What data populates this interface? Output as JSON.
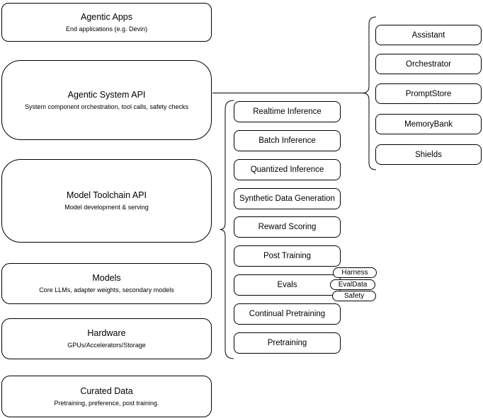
{
  "left_stack": [
    {
      "title": "Agentic Apps",
      "subtitle": "End applications (e.g. Devin)"
    },
    {
      "title": "Agentic System API",
      "subtitle": "System component orchestration, tool calls, safety checks"
    },
    {
      "title": "Model Toolchain API",
      "subtitle": "Model development & serving"
    },
    {
      "title": "Models",
      "subtitle": "Core LLMs, adapter weights, secondary models"
    },
    {
      "title": "Hardware",
      "subtitle": "GPUs/Accelerators/Storage"
    },
    {
      "title": "Curated Data",
      "subtitle": "Pretraining, preference, post training."
    }
  ],
  "toolchain": {
    "items": [
      "Realtime Inference",
      "Batch Inference",
      "Quantized Inference",
      "Synthetic Data Generation",
      "Reward Scoring",
      "Post Training",
      "Evals",
      "Continual Pretraining",
      "Pretraining"
    ]
  },
  "evals_tags": [
    "Harness",
    "EvalData",
    "Safety"
  ],
  "components": [
    "Assistant",
    "Orchestrator",
    "PromptStore",
    "MemoryBank",
    "Shields"
  ],
  "colors": {
    "stroke": "#000000",
    "fill": "#ffffff",
    "text": "#000000"
  }
}
